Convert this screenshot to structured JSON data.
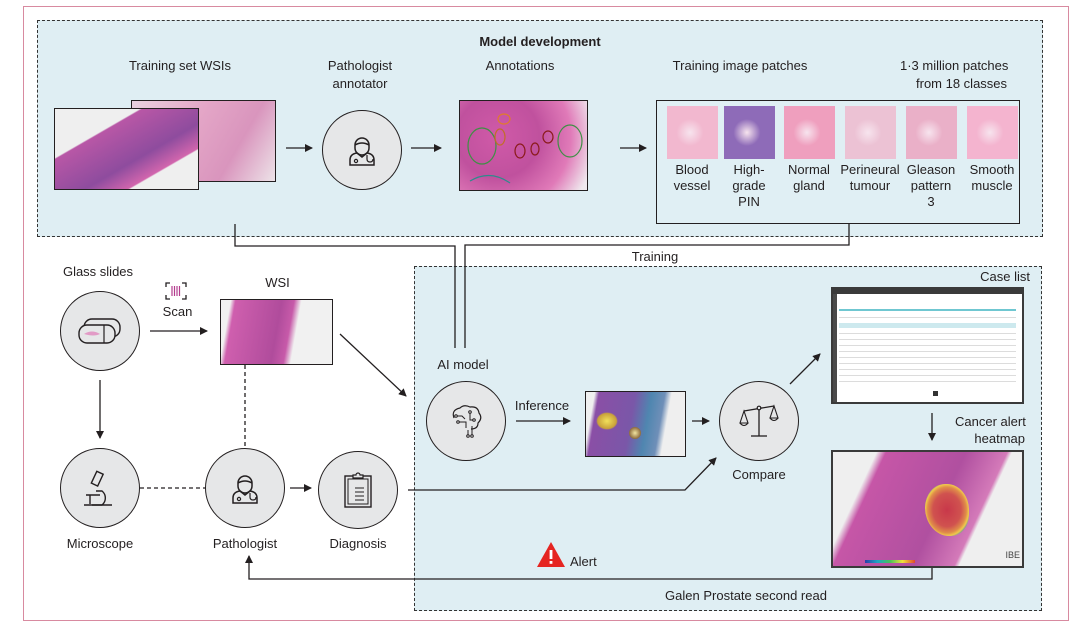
{
  "figure": {
    "model_development": {
      "title": "Model development",
      "training_wsis_label": "Training set WSIs",
      "annotator_label_line1": "Pathologist",
      "annotator_label_line2": "annotator",
      "annotations_label": "Annotations",
      "patches_label": "Training image patches",
      "patches_count_line1": "1·3 million patches",
      "patches_count_line2": "from 18 classes",
      "patches": [
        {
          "line1": "Blood",
          "line2": "vessel",
          "line3": "",
          "color": "#f2b8cf"
        },
        {
          "line1": "High-",
          "line2": "grade",
          "line3": "PIN",
          "color": "#8e6bb8"
        },
        {
          "line1": "Normal",
          "line2": "gland",
          "line3": "",
          "color": "#ef9fbe"
        },
        {
          "line1": "Perineural",
          "line2": "tumour",
          "line3": "",
          "color": "#ecc2d4"
        },
        {
          "line1": "Gleason",
          "line2": "pattern",
          "line3": "3",
          "color": "#eab0c8"
        },
        {
          "line1": "Smooth",
          "line2": "muscle",
          "line3": "",
          "color": "#f4b4cf"
        }
      ]
    },
    "training_label": "Training",
    "workflow": {
      "glass_slides": "Glass slides",
      "scan": "Scan",
      "wsi": "WSI",
      "microscope": "Microscope",
      "pathologist": "Pathologist",
      "diagnosis": "Diagnosis"
    },
    "galen": {
      "ai_model": "AI model",
      "inference": "Inference",
      "compare": "Compare",
      "case_list": "Case list",
      "cancer_alert_line1": "Cancer alert",
      "cancer_alert_line2": "heatmap",
      "alert": "Alert",
      "second_read": "Galen Prostate second read",
      "watermark": "IBE"
    },
    "colors": {
      "panel_bg": "#dfeef3",
      "outer_border": "#d88aa0",
      "alert_red": "#e52521",
      "tissue_pink": "#d45fa8",
      "tissue_purple": "#7b4fa3"
    }
  }
}
